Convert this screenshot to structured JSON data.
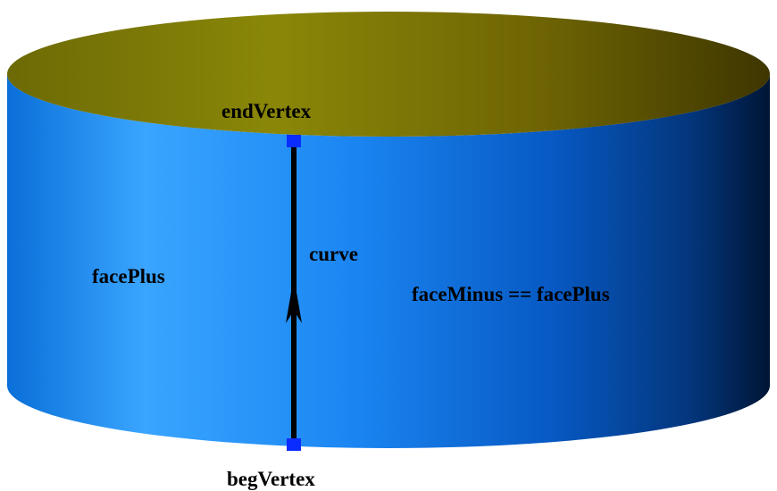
{
  "diagram": {
    "labels": {
      "end_vertex": "endVertex",
      "beg_vertex": "begVertex",
      "curve": "curve",
      "face_plus": "facePlus",
      "face_minus": "faceMinus == facePlus"
    },
    "colors": {
      "side_light": "#2a9bff",
      "side_mid": "#0a70e6",
      "side_dark": "#001a44",
      "top_light": "#8c8a0a",
      "top_dark": "#4a4400",
      "vertex_marker": "#0b2cff",
      "curve": "#000000"
    }
  }
}
